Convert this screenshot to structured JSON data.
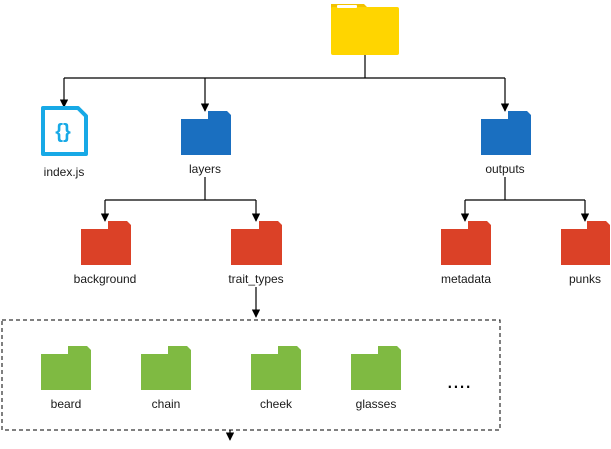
{
  "colors": {
    "root": "#FFD500",
    "root_tab": "#F2C200",
    "blue": "#1A6FC0",
    "red": "#DB4127",
    "green": "#7FBA42",
    "js_border": "#17A9E6"
  },
  "icons": {
    "root": "folder-icon",
    "index": "javascript-file-icon",
    "layers": "folder-icon",
    "outputs": "folder-icon",
    "background": "folder-icon",
    "trait_types": "folder-icon",
    "metadata": "folder-icon",
    "punks": "folder-icon",
    "beard": "folder-icon",
    "chain": "folder-icon",
    "cheek": "folder-icon",
    "glasses": "folder-icon"
  },
  "file": {
    "glyph": "{}",
    "name": "index.js"
  },
  "labels": {
    "layers": "layers",
    "outputs": "outputs",
    "background": "background",
    "trait_types": "trait_types",
    "metadata": "metadata",
    "punks": "punks",
    "beard": "beard",
    "chain": "chain",
    "cheek": "cheek",
    "glasses": "glasses",
    "ellipsis": "...."
  }
}
